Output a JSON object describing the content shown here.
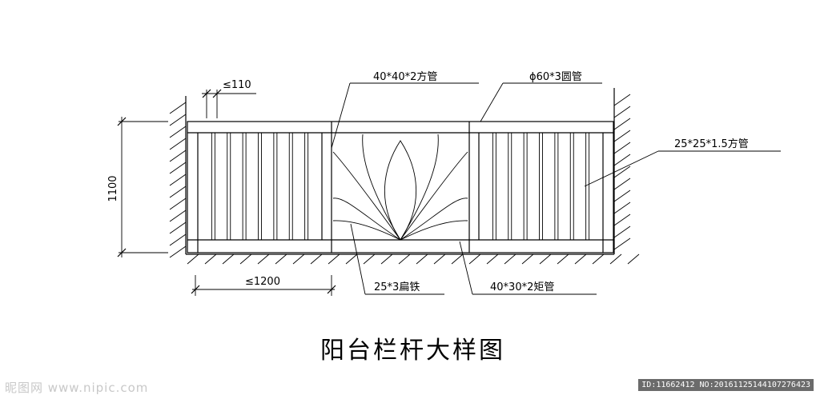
{
  "drawing": {
    "title": "阳台栏杆大样图",
    "dimensions": {
      "height": "1100",
      "panel_width": "≤1200",
      "picket_spacing": "≤110"
    },
    "callouts": {
      "square_tube_40": "40*40*2方管",
      "round_tube": "ϕ60*3圆管",
      "square_tube_25": "25*25*1.5方管",
      "flat_iron": "25*3扁铁",
      "rect_tube": "40*30*2矩管"
    }
  },
  "watermark": {
    "site": "昵图网 www.nipic.com",
    "id": "ID:11662412 NO:20161125144107276423"
  }
}
